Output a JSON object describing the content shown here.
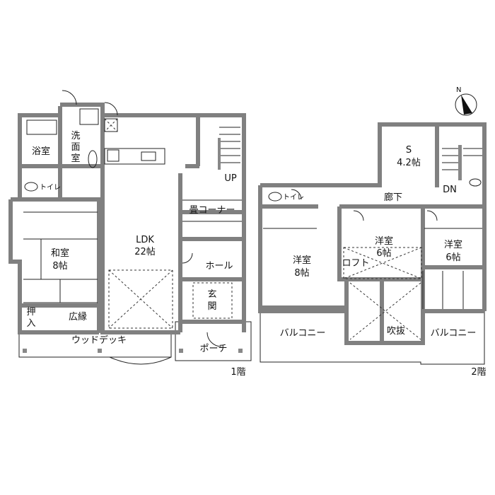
{
  "floor1": {
    "floor_label": "1階",
    "rooms": {
      "bath": "浴室",
      "washroom": [
        "洗",
        "面",
        "室"
      ],
      "toilet": "トイレ",
      "ldk_name": "LDK",
      "ldk_size": "22帖",
      "tatami_corner": "畳コーナー",
      "japanese_name": "和室",
      "japanese_size": "8帖",
      "hall": "ホール",
      "entrance": [
        "玄",
        "関"
      ],
      "closet": [
        "押",
        "入"
      ],
      "engawa": "広縁",
      "wood_deck": "ウッドデッキ",
      "porch": "ポーチ",
      "stairs": "UP"
    }
  },
  "floor2": {
    "floor_label": "2階",
    "rooms": {
      "storage_name": "S",
      "storage_size": "4.2帖",
      "stairs": "DN",
      "corridor": "廊下",
      "toilet": "トイレ",
      "west_name": "洋室",
      "west_size": "8帖",
      "mid_name": "洋室",
      "mid_size": "6帖",
      "loft": "ロフト",
      "east_name": "洋室",
      "east_size": "6帖",
      "void": "吹抜",
      "balcony_left": "バルコニー",
      "balcony_right": "バルコニー"
    }
  },
  "compass": {
    "label": "N"
  }
}
